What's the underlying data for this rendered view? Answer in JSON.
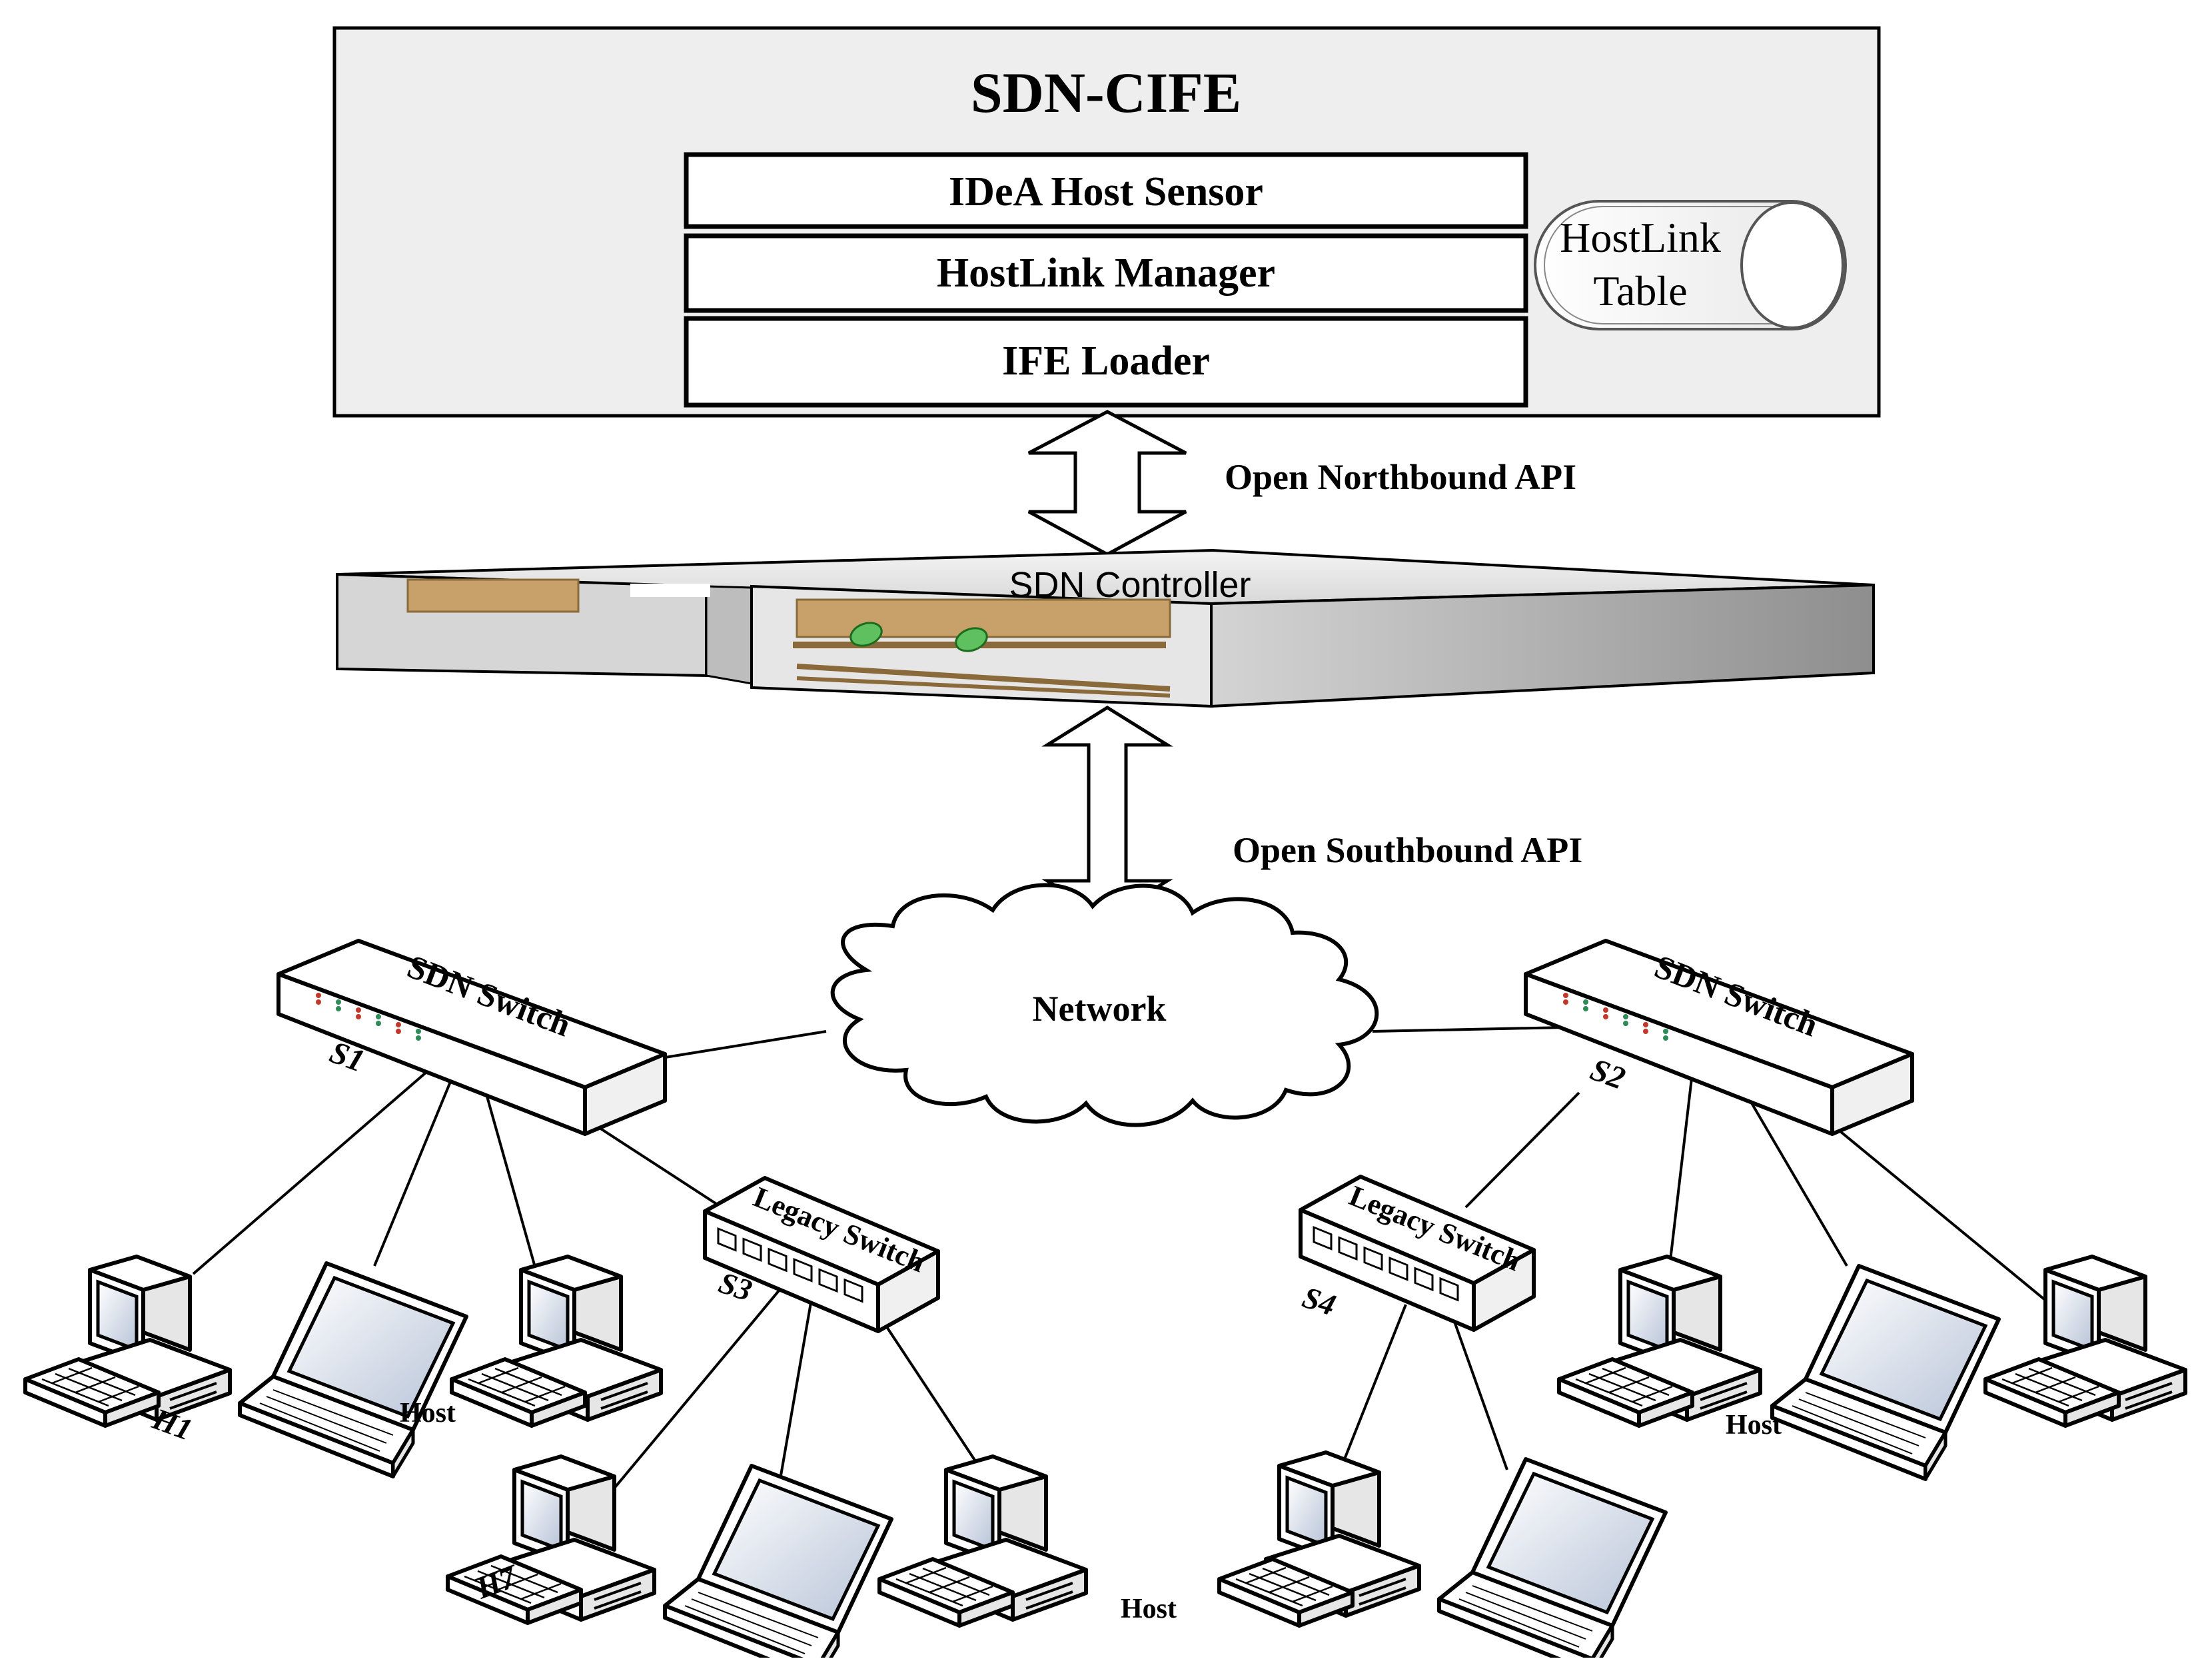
{
  "cife": {
    "title": "SDN-CIFE",
    "modules": [
      "IDeA Host Sensor",
      "HostLink Manager",
      "IFE Loader"
    ],
    "table_line1": "HostLink",
    "table_line2": "Table"
  },
  "apis": {
    "north": "Open Northbound API",
    "south": "Open Southbound API"
  },
  "controller": {
    "label": "SDN Controller"
  },
  "network": {
    "label": "Network"
  },
  "switches": {
    "sdn_label": "SDN Switch",
    "legacy_label": "Legacy Switch",
    "s1": "S1",
    "s2": "S2",
    "s3": "S3",
    "s4": "S4"
  },
  "hosts": {
    "h1": "H1",
    "h7": "H7",
    "host": "Host"
  }
}
